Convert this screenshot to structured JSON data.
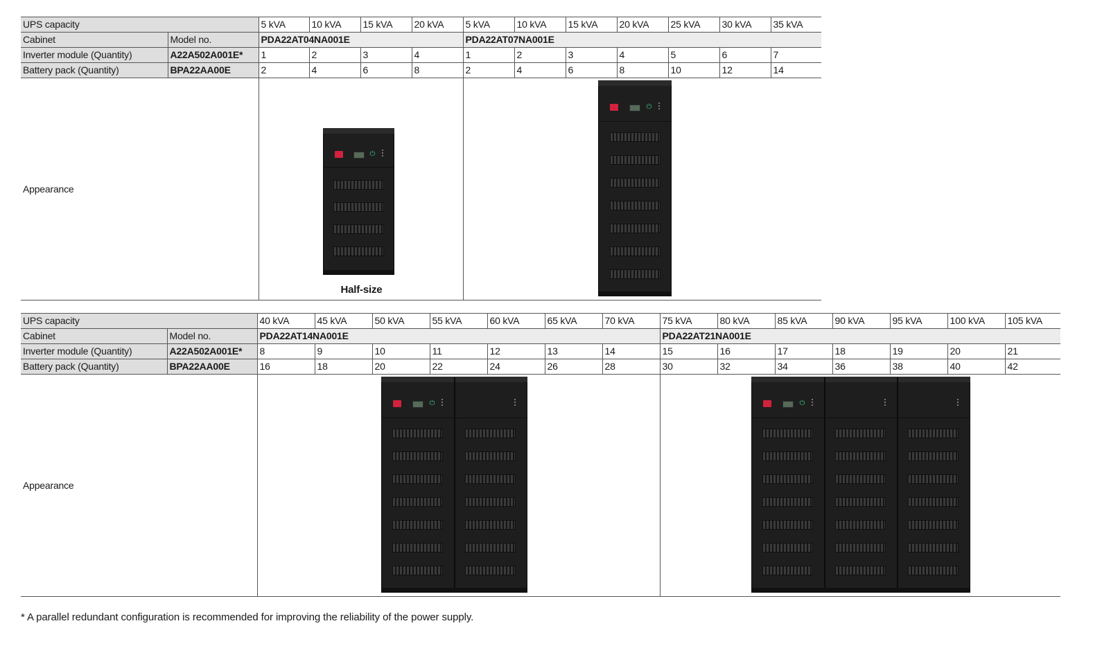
{
  "table1": {
    "ups_capacity_label": "UPS capacity",
    "cabinet_label": "Cabinet",
    "model_no_label": "Model no.",
    "inverter_label": "Inverter module (Quantity)",
    "inverter_model": "A22A502A001E*",
    "battery_label": "Battery pack (Quantity)",
    "battery_model": "BPA22AA00E",
    "appearance_label": "Appearance",
    "capacities": [
      "5 kVA",
      "10 kVA",
      "15 kVA",
      "20 kVA",
      "5 kVA",
      "10 kVA",
      "15 kVA",
      "20 kVA",
      "25 kVA",
      "30 kVA",
      "35 kVA"
    ],
    "cabinet_a_model": "PDA22AT04NA001E",
    "cabinet_b_model": "PDA22AT07NA001E",
    "inverter_qty": [
      "1",
      "2",
      "3",
      "4",
      "1",
      "2",
      "3",
      "4",
      "5",
      "6",
      "7"
    ],
    "battery_qty": [
      "2",
      "4",
      "6",
      "8",
      "2",
      "4",
      "6",
      "8",
      "10",
      "12",
      "14"
    ],
    "half_size_caption": "Half-size"
  },
  "table2": {
    "ups_capacity_label": "UPS capacity",
    "cabinet_label": "Cabinet",
    "model_no_label": "Model no.",
    "inverter_label": "Inverter module (Quantity)",
    "inverter_model": "A22A502A001E*",
    "battery_label": "Battery pack (Quantity)",
    "battery_model": "BPA22AA00E",
    "appearance_label": "Appearance",
    "capacities": [
      "40 kVA",
      "45 kVA",
      "50 kVA",
      "55 kVA",
      "60 kVA",
      "65 kVA",
      "70 kVA",
      "75 kVA",
      "80 kVA",
      "85 kVA",
      "90 kVA",
      "95 kVA",
      "100 kVA",
      "105 kVA"
    ],
    "cabinet_a_model": "PDA22AT14NA001E",
    "cabinet_b_model": "PDA22AT21NA001E",
    "inverter_qty": [
      "8",
      "9",
      "10",
      "11",
      "12",
      "13",
      "14",
      "15",
      "16",
      "17",
      "18",
      "19",
      "20",
      "21"
    ],
    "battery_qty": [
      "16",
      "18",
      "20",
      "22",
      "24",
      "26",
      "28",
      "30",
      "32",
      "34",
      "36",
      "38",
      "40",
      "42"
    ]
  },
  "footnote": "* A parallel redundant configuration is recommended for improving the reliability of the power supply.",
  "colors": {
    "label_bg": "#dedede",
    "cabinet_body": "#1e1e1e",
    "indicator_red": "#d2223d"
  }
}
